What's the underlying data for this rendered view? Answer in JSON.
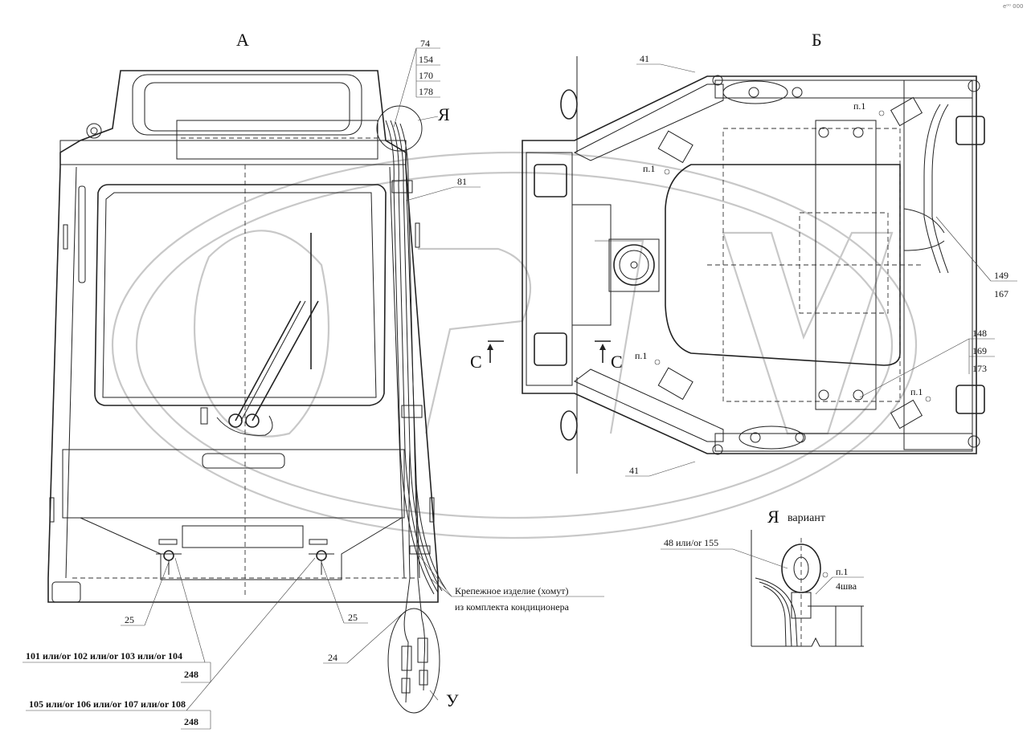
{
  "views": {
    "a_title": "А",
    "b_title": "Б",
    "ya_mark": "Я",
    "u_mark": "У",
    "section_c_left": "С",
    "section_c_right": "С",
    "ya_variant_letter": "Я",
    "ya_variant_word": "вариант"
  },
  "callouts": {
    "top_stack": [
      "74",
      "154",
      "170",
      "178"
    ],
    "c81": "81",
    "c41_top": "41",
    "c41_bottom": "41",
    "c149": "149",
    "c167": "167",
    "c148": "148",
    "c169": "169",
    "c173": "173",
    "c25_left": "25",
    "c25_right": "25",
    "c24": "24",
    "row1_line": "101 или/or 102 или/or 103 или/or 104",
    "row1_qty": "248",
    "row2_line": "105 или/or 106 или/or 107 или/or 108",
    "row2_qty": "248",
    "clamp_line1": "Крепежное изделие (хомут)",
    "clamp_line2": "из комплекта кондиционера",
    "p1_a": "п.1",
    "p1_b": "п.1",
    "p1_c": "п.1",
    "p1_d": "п.1",
    "detail_48": "48 или/or 155",
    "detail_p1": "п.1",
    "detail_weld": "4шва"
  },
  "corner_mark": "e⁰⁰ 000"
}
